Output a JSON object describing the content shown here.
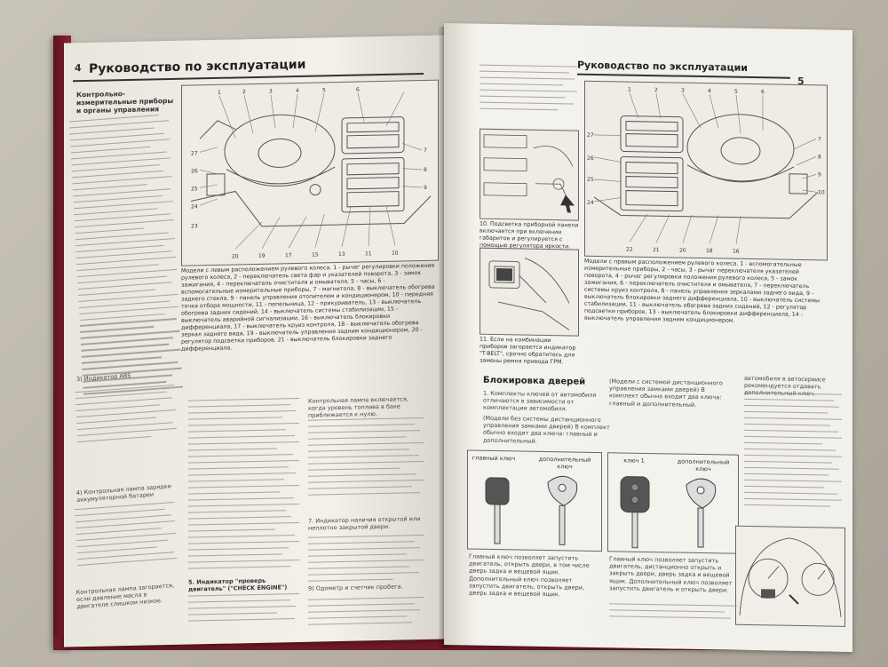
{
  "left_page": {
    "page_number": "4",
    "header": "Руководство по эксплуатации",
    "section_title": "Контрольно-измерительные приборы и органы управления",
    "figure_caption": "Модели с левым расположением рулевого колеса. 1 - рычаг регулировки положения рулевого колеса, 2 - переключатель света фар и указателей поворота, 3 - замок зажигания, 4 - переключатель очистителя и омывателя, 5 - часы, 6 - вспомогательные измерительные приборы, 7 - магнитола, 8 - выключатель обогрева заднего стекла, 9 - панель управления отопителем и кондиционером, 10 - передняя точка отбора мощности, 11 - пепельница, 12 - прикуриватель, 13 - выключатель обогрева задних сидений, 14 - выключатель системы стабилизации, 15 - выключатель аварийной сигнализации, 16 - выключатель блокировки дифференциала, 17 - выключатель круиз контроля, 18 - выключатель обогрева зеркал заднего вида, 19 - выключатель управления задним кондиционером, 20 - регулятор подсветки приборов, 21 - выключатель блокировки заднего дифференциала.",
    "abs_item": "3) Индикатор ABS",
    "charge_item": "4) Контрольная лампа зарядки аккумуляторной батареи",
    "oil_item": "Контрольная лампа загорается, если давление масла в двигателе слишком низкое.",
    "check_engine": "5. Индикатор \"проверь двигатель\" (\"CHECK ENGINE\")",
    "fuel_lamp": "Контрольная лампа включается, когда уровень топлива в баке приближается к нулю.",
    "door_item": "7. Индикатор наличия открытой или неплотно закрытой двери.",
    "odometer": "9) Одометр и счетчик пробега."
  },
  "right_page": {
    "page_number": "5",
    "header": "Руководство по эксплуатации",
    "cruise_note": "11. Если на комбинации приборов загорается индикатор \"T-BELT\", срочно обратитесь для замены ремня привода ГРМ.",
    "dash_caption": "10. Подсветка приборной панели включается при включении габаритов и регулируется с помощью регулятора яркости.",
    "figure_caption": "Модели с правым расположением рулевого колеса. 1 - вспомогательные измерительные приборы, 2 - часы, 3 - рычаг переключателя указателей поворота, 4 - рычаг регулировки положения рулевого колеса, 5 - замок зажигания, 6 - переключатель очистителя и омывателя, 7 - переключатель системы круиз контроля, 8 - панель управления зеркалами заднего вида, 9 - выключатель блокировки заднего дифференциала, 10 - выключатель системы стабилизации, 11 - выключатель обогрева задних сидений, 12 - регулятор подсветки приборов, 13 - выключатель блокировки дифференциала, 14 - выключатель управления задним кондиционером.",
    "section_title": "Блокировка дверей",
    "keys_intro": "1. Комплекты ключей от автомобиля отличаются в зависимости от комплектации автомобиля.",
    "keys_note": "(Модели без системы дистанционного управления замками дверей) В комплект обычно входит два ключа: главный и дополнительный.",
    "keys_note2": "(Модели с системой дистанционного управления замками дверей) В комплект обычно входит два ключа: главный и дополнительный.",
    "key_main": "главный ключ",
    "key_extra": "дополнительный ключ",
    "key1": "ключ 1",
    "key_text_left": "Главный ключ позволяет запустить двигатель, открыть двери, в том числе дверь задка и вещевой ящик. Дополнительный ключ позволяет запустить двигатель, открыть двери, дверь задка и вещевой ящик.",
    "key_text_right": "Главный ключ позволяет запустить двигатель, дистанционно открыть и закрыть двери, дверь задка и вещевой ящик. Дополнительный ключ позволяет запустить двигатель и открыть двери.",
    "immobilizer": "автомобиля в автосервисе рекомендуется отдавать дополнительный ключ."
  }
}
